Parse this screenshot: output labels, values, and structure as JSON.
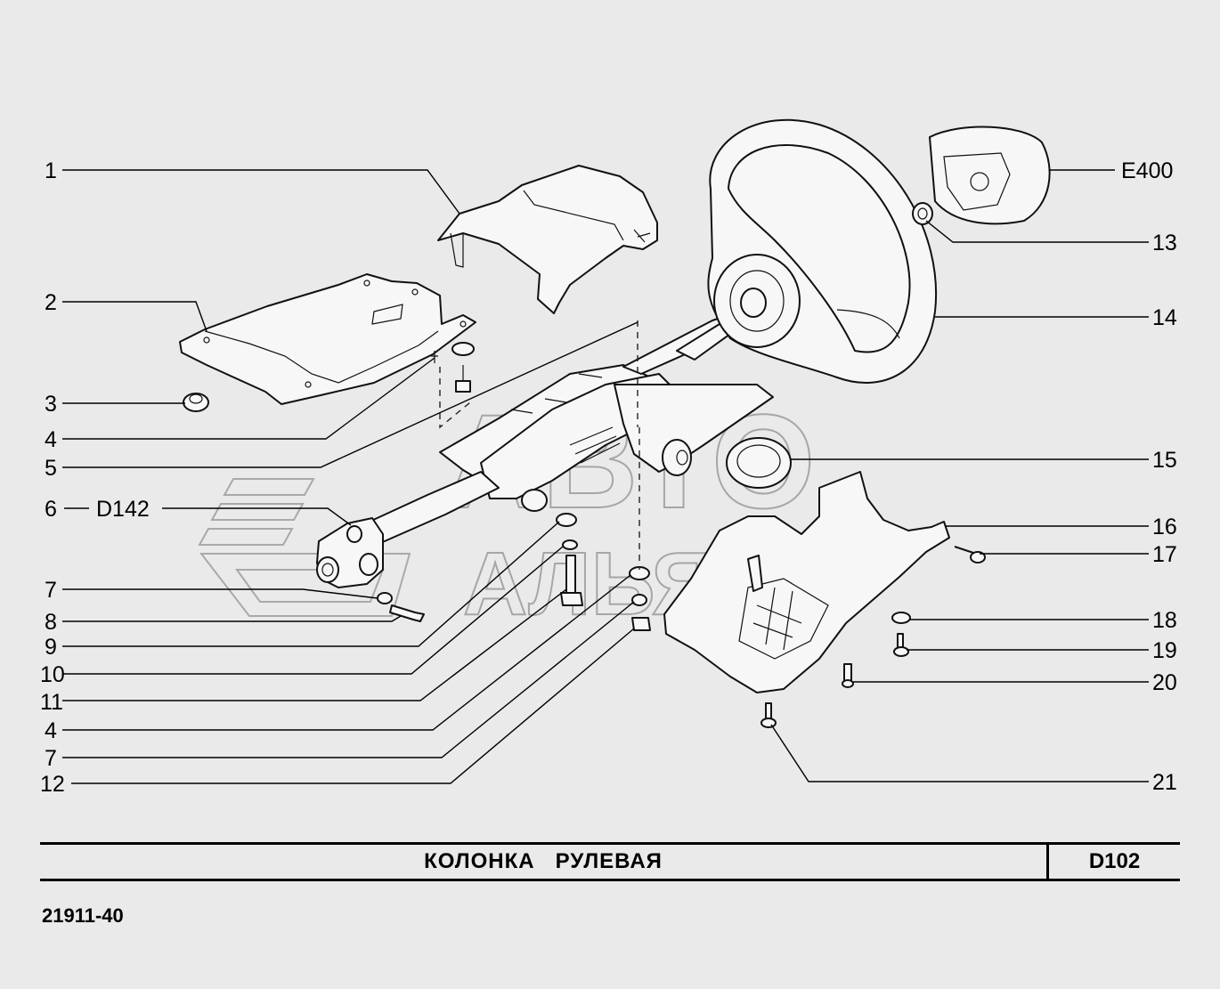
{
  "title": "КОЛОНКА   РУЛЕВАЯ",
  "section_code": "D102",
  "model_code": "21911-40",
  "watermark": {
    "line1": "АВТО",
    "line2": "АЛЬЯНС"
  },
  "callouts_left": [
    {
      "label": "1"
    },
    {
      "label": "2"
    },
    {
      "label": "3"
    },
    {
      "label": "4"
    },
    {
      "label": "5"
    },
    {
      "label": "6",
      "ref": "D142"
    },
    {
      "label": "7"
    },
    {
      "label": "8"
    },
    {
      "label": "9"
    },
    {
      "label": "10"
    },
    {
      "label": "11"
    },
    {
      "label": "4"
    },
    {
      "label": "7"
    },
    {
      "label": "12"
    }
  ],
  "callouts_right": [
    {
      "label": "E400"
    },
    {
      "label": "13"
    },
    {
      "label": "14"
    },
    {
      "label": "15"
    },
    {
      "label": "16"
    },
    {
      "label": "17"
    },
    {
      "label": "18"
    },
    {
      "label": "19"
    },
    {
      "label": "20"
    },
    {
      "label": "21"
    }
  ],
  "colors": {
    "background": "#eaeaea",
    "line": "#000000",
    "watermark": "#a6a6a6"
  }
}
